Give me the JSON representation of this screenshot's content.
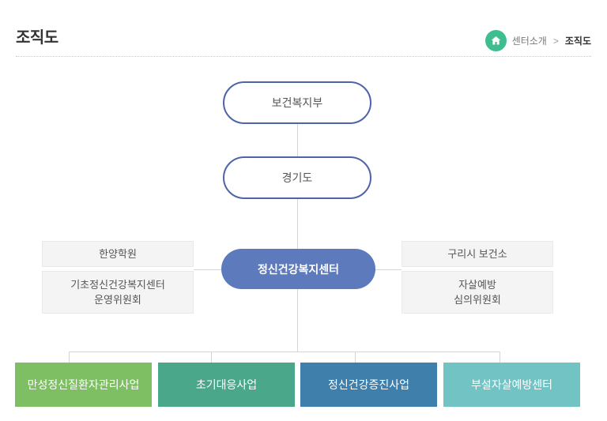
{
  "page": {
    "title": "조직도"
  },
  "breadcrumb": {
    "section": "센터소개",
    "separator": ">",
    "current": "조직도"
  },
  "colors": {
    "breadcrumb_icon_bg": "#3EBD8F",
    "oval_border": "#4D65A8",
    "center_node_bg": "#5D7ABD",
    "connector": "#D5D5D5",
    "side_box_bg": "#F4F4F4"
  },
  "org_chart": {
    "level1": "보건복지부",
    "level2": "경기도",
    "center": "정신건강복지센터",
    "left_column": {
      "box1": "한양학원",
      "box2_line1": "기초정신건강복지센터",
      "box2_line2": "운영위원회"
    },
    "right_column": {
      "box1": "구리시 보건소",
      "box2_line1": "자살예방",
      "box2_line2": "심의위원회"
    },
    "programs": [
      {
        "label": "만성정신질환자관리사업",
        "color": "#7EBF63"
      },
      {
        "label": "초기대응사업",
        "color": "#4BA78A"
      },
      {
        "label": "정신건강증진사업",
        "color": "#3F7FAC"
      },
      {
        "label": "부설자살예방센터",
        "color": "#72C3C4"
      }
    ]
  }
}
